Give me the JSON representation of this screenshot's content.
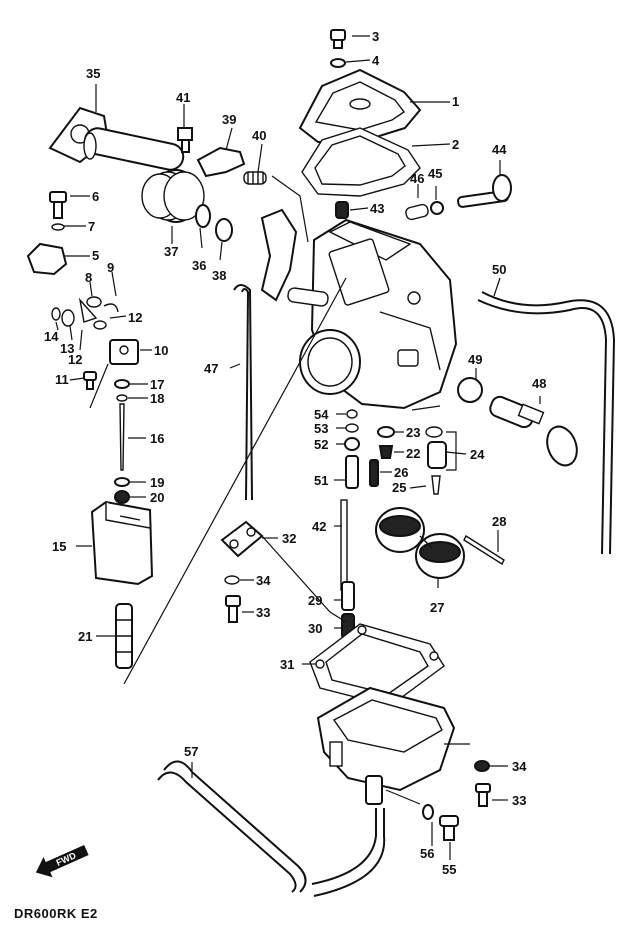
{
  "diagram": {
    "model_label": "DR600RK E2",
    "fwd_label": "FWD",
    "callouts": [
      "1",
      "2",
      "3",
      "4",
      "5",
      "6",
      "7",
      "8",
      "9",
      "10",
      "11",
      "12",
      "13",
      "14",
      "15",
      "16",
      "17",
      "18",
      "19",
      "20",
      "21",
      "22",
      "23",
      "24",
      "25",
      "26",
      "27",
      "28",
      "29",
      "30",
      "31",
      "32",
      "33",
      "34",
      "35",
      "36",
      "37",
      "38",
      "39",
      "40",
      "41",
      "42",
      "43",
      "44",
      "45",
      "46",
      "47",
      "48",
      "49",
      "50",
      "51",
      "52",
      "53",
      "54",
      "55",
      "56",
      "57"
    ]
  }
}
